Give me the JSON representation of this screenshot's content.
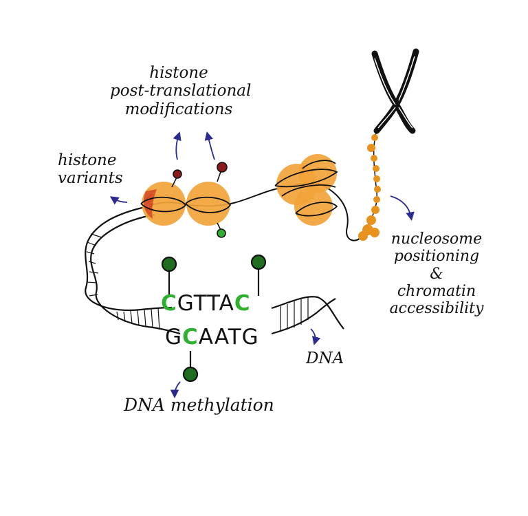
{
  "labels": {
    "histone_ptm": [
      "histone",
      "post-translational",
      "modifications"
    ],
    "histone_variants": [
      "histone",
      "variants"
    ],
    "nucleosome": [
      "nucleosome",
      "positioning",
      "&",
      "chromatin",
      "accessibility"
    ],
    "dna": "DNA",
    "dna_methylation": "DNA methylation"
  },
  "sequence": {
    "top": [
      "C",
      "G",
      "T",
      "T",
      "A",
      "C"
    ],
    "bottom": [
      "G",
      "C",
      "A",
      "A",
      "T",
      "G"
    ]
  },
  "colors": {
    "ink": "#111111",
    "histone_orange": "#f2a33a",
    "histone_variant_red": "#d9552b",
    "methyl_green": "#2fb12f",
    "methyl_dark": "#1f6e1f",
    "acetyl_red": "#8b1a1a",
    "arrow_blue": "#2b2a8f"
  }
}
